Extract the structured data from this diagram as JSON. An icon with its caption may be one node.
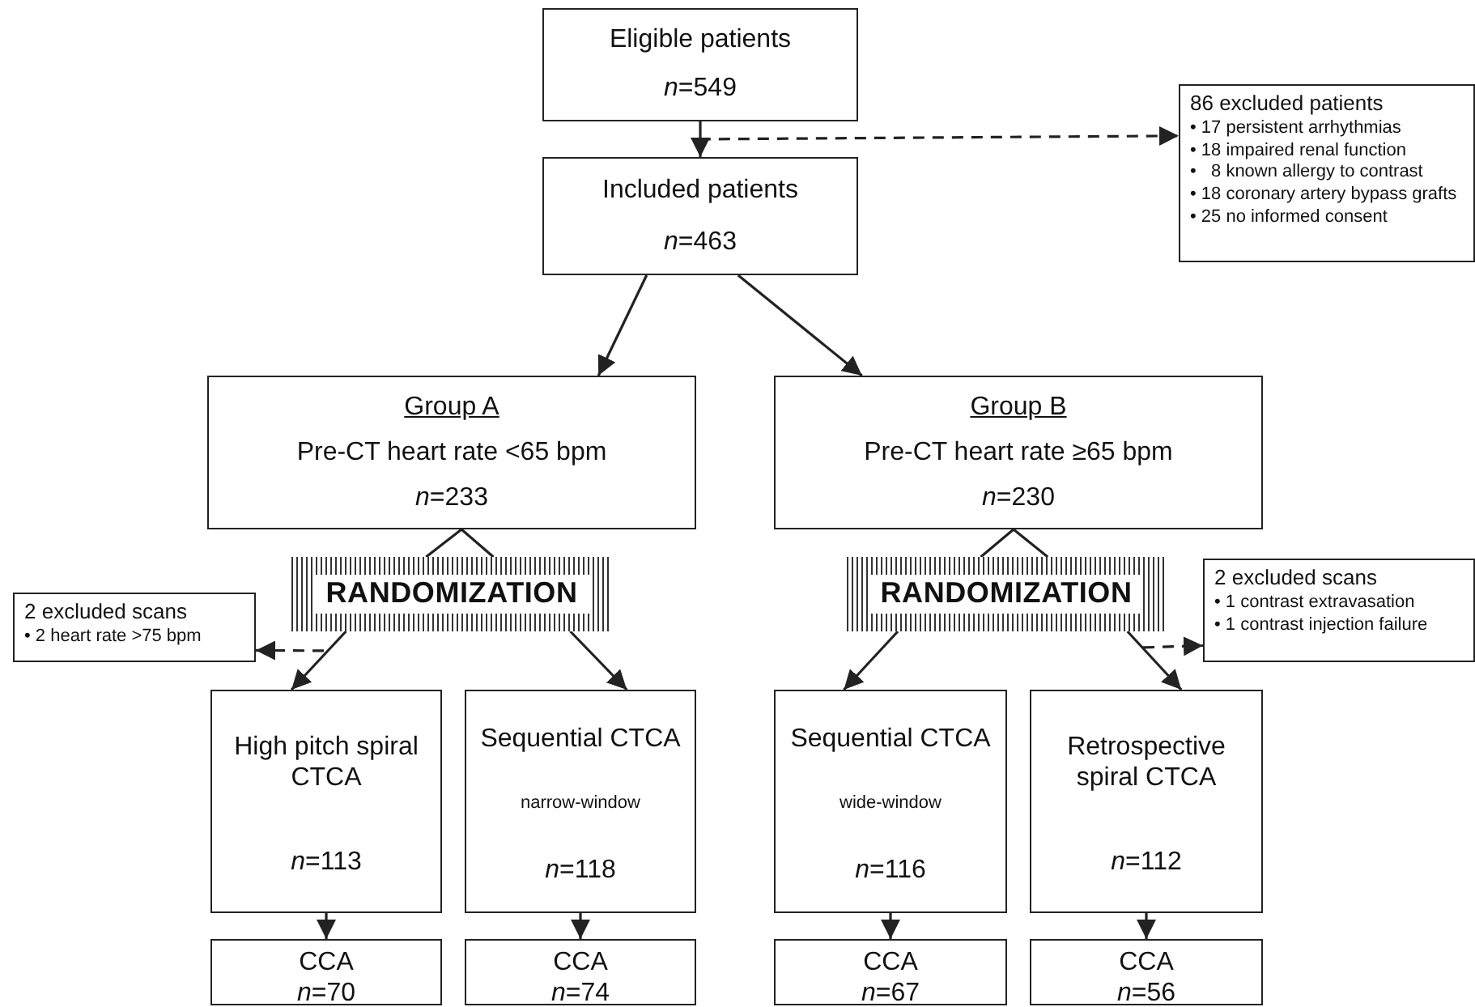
{
  "diagram": {
    "nodes": [
      {
        "text": [
          "Eligible patients",
          "*n*=549"
        ]
      },
      {
        "text": [
          "86 excluded patients",
          "• 17 persistent arrhythmias",
          "• 18 impaired renal function",
          "•   8 known allergy to contrast",
          "• 18 coronary artery bypass grafts",
          "• 25 no informed consent"
        ]
      },
      {
        "text": [
          "Included patients",
          "*n*=463"
        ]
      },
      {
        "text": [
          "Group A",
          "Pre-CT heart rate <65 bpm",
          "*n*=233"
        ]
      },
      {
        "text": [
          "Group B",
          "Pre-CT heart rate ≥65 bpm",
          "*n*=230"
        ]
      },
      {
        "text": [
          "RANDOMIZATION"
        ]
      },
      {
        "text": [
          "RANDOMIZATION"
        ]
      },
      {
        "text": [
          "2 excluded scans",
          "• 2 heart rate >75 bpm"
        ]
      },
      {
        "text": [
          "2 excluded scans",
          "• 1 contrast extravasation",
          "• 1 contrast injection failure"
        ]
      },
      {
        "text": [
          "High pitch spiral CTCA",
          "*n*=113"
        ]
      },
      {
        "text": [
          "Sequential CTCA",
          "narrow-window",
          "*n*=118"
        ]
      },
      {
        "text": [
          "Sequential CTCA",
          "wide-window",
          "*n*=116"
        ]
      },
      {
        "text": [
          "Retrospective spiral CTCA",
          "*n*=112"
        ]
      },
      {
        "text": [
          "CCA",
          "*n*=70"
        ]
      },
      {
        "text": [
          "CCA",
          "*n*=74"
        ]
      },
      {
        "text": [
          "CCA",
          "*n*=67"
        ]
      },
      {
        "text": [
          "CCA",
          "*n*=56"
        ]
      }
    ],
    "edges": [
      {
        "from": 0,
        "to": 2,
        "arrow": "to"
      },
      {
        "from": 0,
        "to": 1,
        "arrow": "to",
        "style": "dashed"
      },
      {
        "from": 2,
        "to": 3,
        "arrow": "to"
      },
      {
        "from": 2,
        "to": 4,
        "arrow": "to"
      },
      {
        "from": 3,
        "to": 5,
        "arrow": "none"
      },
      {
        "from": 4,
        "to": 6,
        "arrow": "none"
      },
      {
        "from": 5,
        "to": 9,
        "arrow": "to"
      },
      {
        "from": 5,
        "to": 10,
        "arrow": "to"
      },
      {
        "from": 5,
        "to": 7,
        "arrow": "to",
        "style": "dashed"
      },
      {
        "from": 6,
        "to": 11,
        "arrow": "to"
      },
      {
        "from": 6,
        "to": 12,
        "arrow": "to"
      },
      {
        "from": 6,
        "to": 8,
        "arrow": "to",
        "style": "dashed"
      },
      {
        "from": 9,
        "to": 13,
        "arrow": "to"
      },
      {
        "from": 10,
        "to": 14,
        "arrow": "to"
      },
      {
        "from": 11,
        "to": 15,
        "arrow": "to"
      },
      {
        "from": 12,
        "to": 16,
        "arrow": "to"
      }
    ]
  }
}
